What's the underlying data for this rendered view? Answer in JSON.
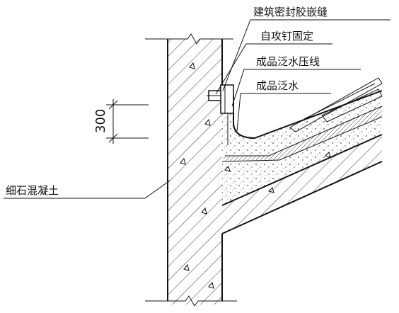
{
  "labels": {
    "sealant": "建筑密封胶嵌缝",
    "screw": "自攻钉固定",
    "flashing_bar": "成品泛水压线",
    "flashing": "成品泛水",
    "concrete": "细石混凝土"
  },
  "dimension": {
    "value": "300"
  }
}
